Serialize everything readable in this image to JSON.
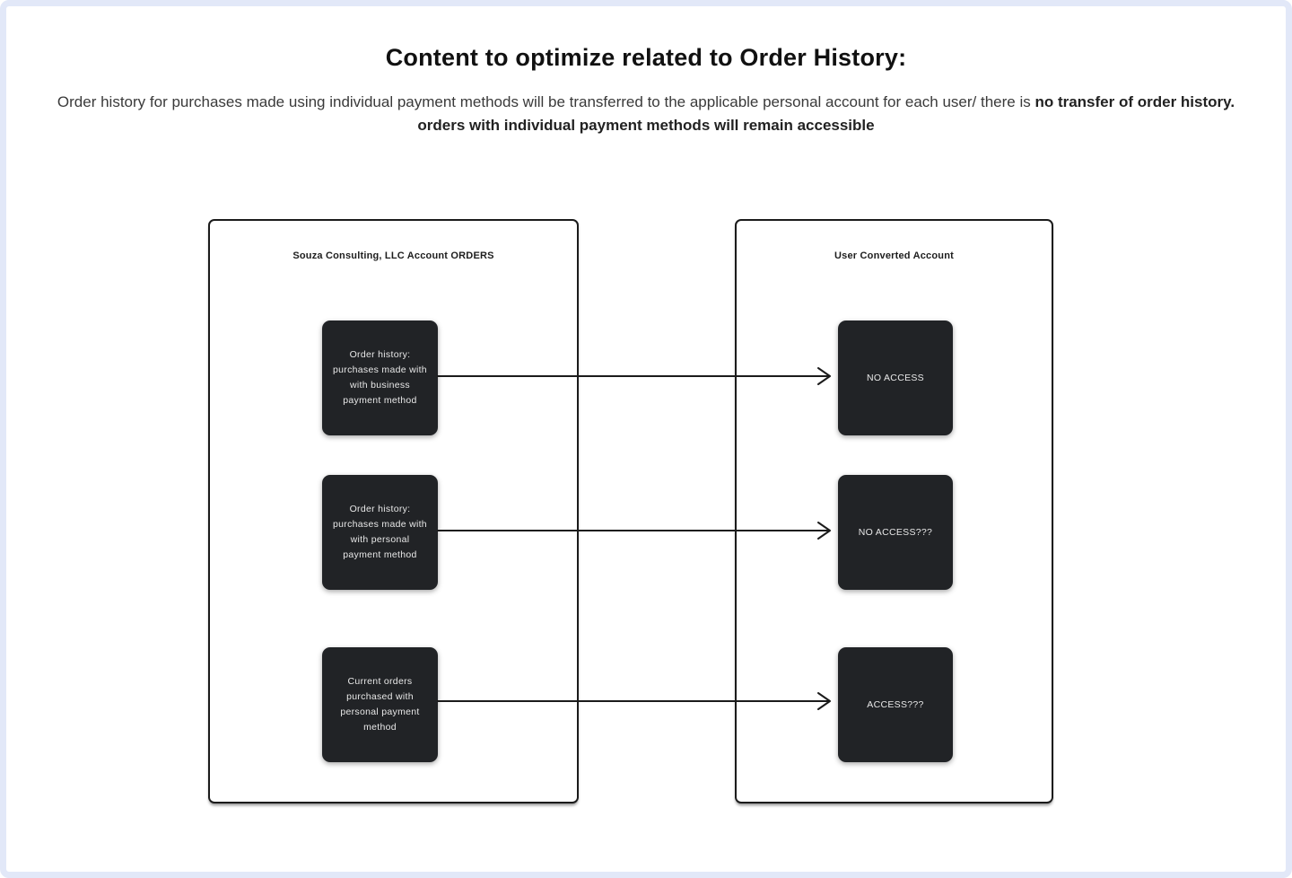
{
  "page": {
    "title": "Content to optimize related to Order History:",
    "subtitle_normal": "Order history for purchases made using individual payment methods will be transferred to the applicable personal account for each user/ there is ",
    "subtitle_bold": "no transfer of order history. orders with individual payment methods will remain accessible"
  },
  "diagram": {
    "left_panel": {
      "title": "Souza Consulting, LLC  Account ORDERS",
      "boxes": [
        {
          "label": "Order history: purchases made with with business payment method"
        },
        {
          "label": "Order history: purchases made with with personal payment method"
        },
        {
          "label": "Current orders purchased with personal payment method"
        }
      ]
    },
    "right_panel": {
      "title": "User Converted Account",
      "boxes": [
        {
          "label": "NO ACCESS"
        },
        {
          "label": "NO ACCESS???"
        },
        {
          "label": "ACCESS???"
        }
      ]
    }
  },
  "colors": {
    "box_fill": "#212326",
    "box_text": "#e8e8e8",
    "panel_border": "#1b1b1b",
    "arrow": "#1b1b1b",
    "page_frame": "#e2e8f8",
    "title_text": "#111111",
    "subtitle_text": "#3a3a3a"
  }
}
